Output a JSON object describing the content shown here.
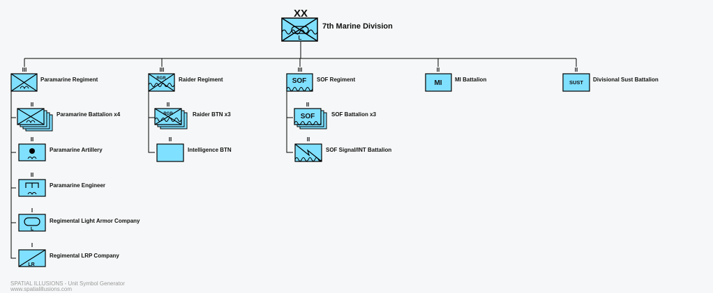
{
  "division": {
    "echelon": "XX",
    "label": "7th Marine Division",
    "symbol_text": "L",
    "icon": "amphibious-armor-icon"
  },
  "units": {
    "paramarine_regiment": {
      "echelon": "III",
      "label": "Paramarine Regiment",
      "icon": "airborne-infantry-icon"
    },
    "paramarine_battalion": {
      "echelon": "II",
      "label": "Paramarine Battalion x4",
      "icon": "airborne-infantry-icon"
    },
    "paramarine_artillery": {
      "echelon": "II",
      "label": "Paramarine Artillery",
      "icon": "airborne-artillery-icon"
    },
    "paramarine_engineer": {
      "echelon": "II",
      "label": "Paramarine Engineer",
      "icon": "airborne-engineer-icon"
    },
    "light_armor": {
      "echelon": "I",
      "label": "Regimental Light Armor Company",
      "symbol_text": "L",
      "icon": "armor-icon"
    },
    "lrp": {
      "echelon": "I",
      "label": "Regimental LRP Company",
      "symbol_text": "LR",
      "icon": "reconnaissance-icon"
    },
    "raider_regiment": {
      "echelon": "III",
      "label": "Raider Regiment",
      "symbol_text": "RGR",
      "icon": "ranger-infantry-icon"
    },
    "raider_btn": {
      "echelon": "II",
      "label": "Raider BTN x3",
      "symbol_text": "RGR",
      "icon": "ranger-infantry-icon"
    },
    "intelligence_btn": {
      "echelon": "II",
      "label": "Intelligence BTN",
      "icon": "intelligence-icon"
    },
    "sof_regiment": {
      "echelon": "III",
      "label": "SOF Regiment",
      "symbol_text": "SOF",
      "icon": "sof-icon"
    },
    "sof_battalion": {
      "echelon": "II",
      "label": "SOF Battalion x3",
      "symbol_text": "SOF",
      "icon": "sof-icon"
    },
    "sof_signal": {
      "echelon": "II",
      "label": "SOF Signal/INT Battalion",
      "icon": "signal-icon"
    },
    "mi_battalion": {
      "echelon": "II",
      "label": "MI Battalion",
      "symbol_text": "MI",
      "icon": "military-intelligence-icon"
    },
    "sust_battalion": {
      "echelon": "II",
      "label": "Divisional Sust Battalion",
      "symbol_text": "SUST",
      "icon": "sustainment-icon"
    }
  },
  "footer": {
    "line1": "SPATIAL ILLUSIONS - Unit Symbol Generator",
    "line2": "www.spatialillusions.com"
  },
  "colors": {
    "frame_fill": "#80e0ff",
    "stroke": "#000000",
    "background": "#f6f7f8",
    "footer_text": "#9a9a9a"
  }
}
